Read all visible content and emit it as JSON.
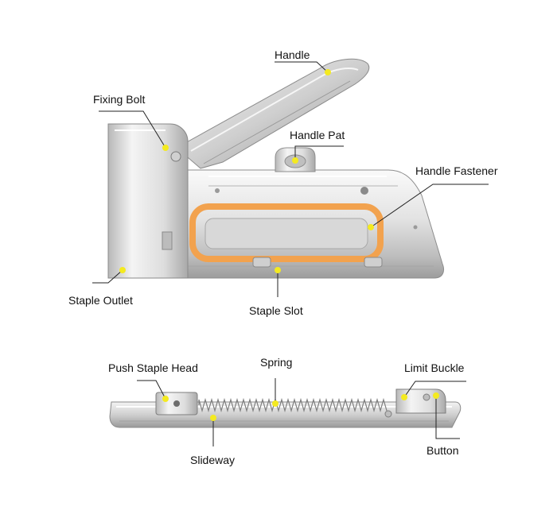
{
  "colors": {
    "background": "#ffffff",
    "marker": "#f4ea20",
    "handle_grip": "#f2a24e",
    "metal_light": "#f2f2f2",
    "metal_mid": "#c9c9c9",
    "metal_dark": "#8a8a8a",
    "label_text": "#111111"
  },
  "labels": {
    "handle": "Handle",
    "fixing_bolt": "Fixing Bolt",
    "handle_pat": "Handle Pat",
    "handle_fastener": "Handle Fastener",
    "staple_outlet": "Staple Outlet",
    "staple_slot": "Staple Slot",
    "push_staple_head": "Push Staple Head",
    "spring": "Spring",
    "limit_buckle": "Limit Buckle",
    "slideway": "Slideway",
    "button": "Button"
  }
}
